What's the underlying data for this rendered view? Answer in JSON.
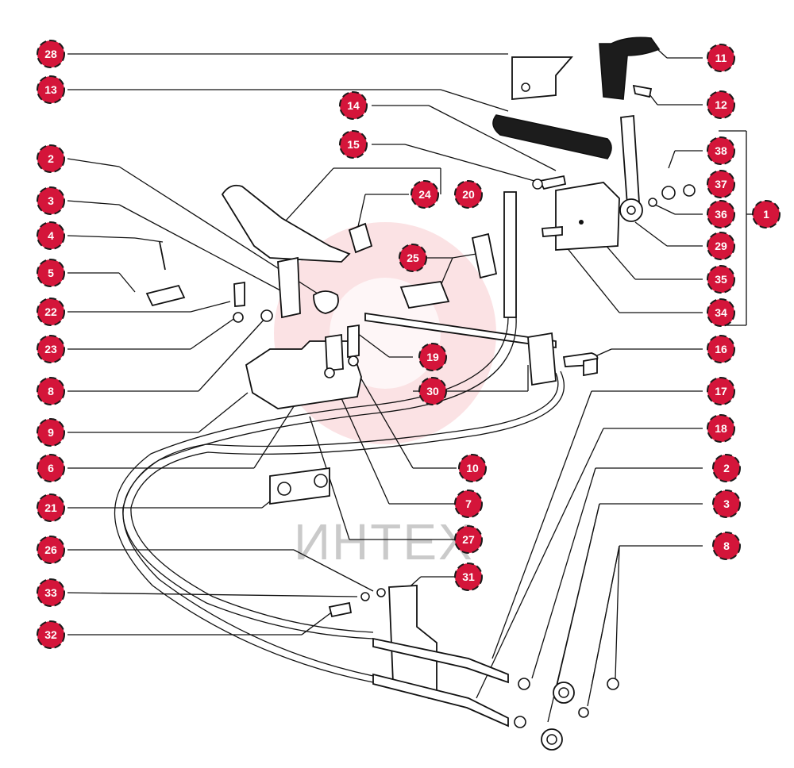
{
  "watermark": {
    "text": "ИНТЕХ",
    "color": "#e8485a"
  },
  "callout_style": {
    "fill": "#d4153a",
    "text": "#ffffff",
    "icon": "numbered-callout-circle"
  },
  "callouts": [
    {
      "label": "28"
    },
    {
      "label": "13"
    },
    {
      "label": "11"
    },
    {
      "label": "12"
    },
    {
      "label": "14"
    },
    {
      "label": "15"
    },
    {
      "label": "2"
    },
    {
      "label": "3"
    },
    {
      "label": "4"
    },
    {
      "label": "5"
    },
    {
      "label": "24"
    },
    {
      "label": "20"
    },
    {
      "label": "25"
    },
    {
      "label": "38"
    },
    {
      "label": "37"
    },
    {
      "label": "1"
    },
    {
      "label": "36"
    },
    {
      "label": "29"
    },
    {
      "label": "35"
    },
    {
      "label": "34"
    },
    {
      "label": "22"
    },
    {
      "label": "23"
    },
    {
      "label": "19"
    },
    {
      "label": "16"
    },
    {
      "label": "8"
    },
    {
      "label": "30"
    },
    {
      "label": "17"
    },
    {
      "label": "9"
    },
    {
      "label": "18"
    },
    {
      "label": "6"
    },
    {
      "label": "10"
    },
    {
      "label": "2"
    },
    {
      "label": "3"
    },
    {
      "label": "7"
    },
    {
      "label": "21"
    },
    {
      "label": "27"
    },
    {
      "label": "8"
    },
    {
      "label": "26"
    },
    {
      "label": "31"
    },
    {
      "label": "33"
    },
    {
      "label": "32"
    }
  ]
}
